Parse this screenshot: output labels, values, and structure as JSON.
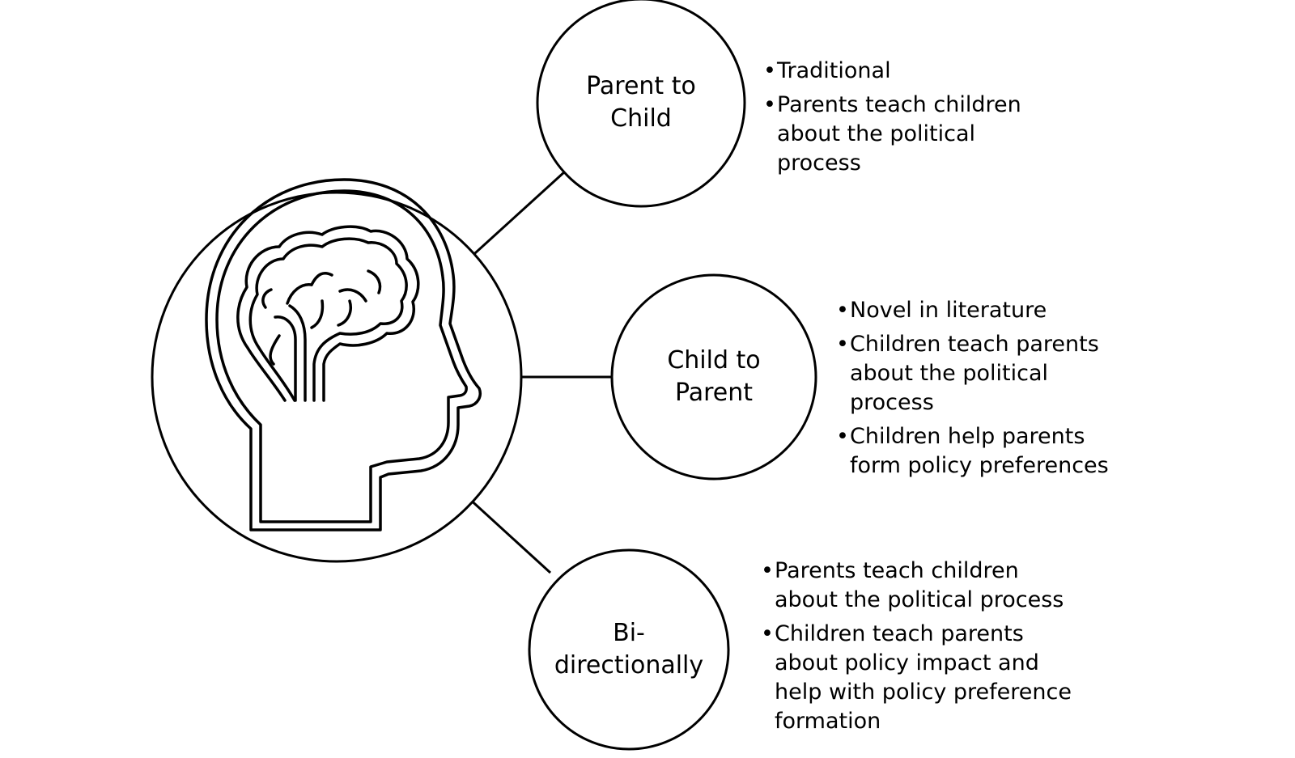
{
  "nodes": [
    {
      "id": "parent-to-child",
      "label_lines": [
        "Parent to",
        "Child"
      ],
      "bullets": [
        "Traditional",
        "Parents teach children about the political process"
      ]
    },
    {
      "id": "child-to-parent",
      "label_lines": [
        "Child to",
        "Parent"
      ],
      "bullets": [
        "Novel in literature",
        "Children teach parents about the political process",
        "Children help parents form policy preferences"
      ]
    },
    {
      "id": "bi-directionally",
      "label_lines": [
        "Bi-",
        "directionally"
      ],
      "bullets": [
        "Parents teach children about the political process",
        "Children teach parents about policy impact and help with policy preference formation"
      ]
    }
  ],
  "icons": {
    "center": "head-brain-icon"
  },
  "colors": {
    "stroke": "#000000",
    "background": "#ffffff"
  }
}
